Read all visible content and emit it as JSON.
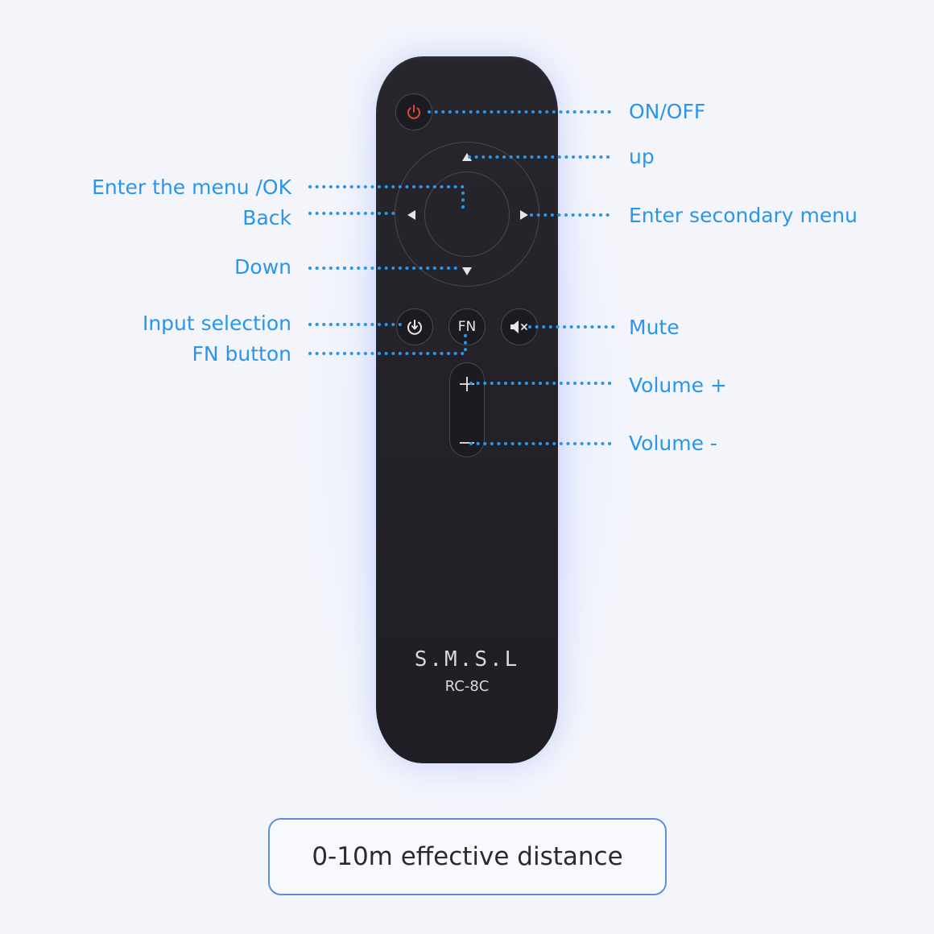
{
  "labels": {
    "on_off": "ON/OFF",
    "up": "up",
    "enter_menu_ok": "Enter the menu /OK",
    "back": "Back",
    "enter_secondary_menu": "Enter secondary menu",
    "down": "Down",
    "input_selection": "Input selection",
    "mute": "Mute",
    "fn_button": "FN button",
    "volume_plus": "Volume +",
    "volume_minus": "Volume -"
  },
  "remote": {
    "fn_key": "FN",
    "brand": "S.M.S.L",
    "model": "RC-8C"
  },
  "footer": {
    "distance": "0-10m effective distance"
  },
  "colors": {
    "label": "#2b95e8",
    "leader_dots": "#2b95e8",
    "remote_body": "#232228",
    "power_icon": "#e0483e",
    "button_border": "#4a4950",
    "background": "#f4f5fb",
    "distance_border": "#5f8fd8"
  },
  "icons": [
    "power-icon",
    "dpad-arrows",
    "input-icon",
    "mute-icon",
    "plus-icon",
    "minus-icon"
  ]
}
